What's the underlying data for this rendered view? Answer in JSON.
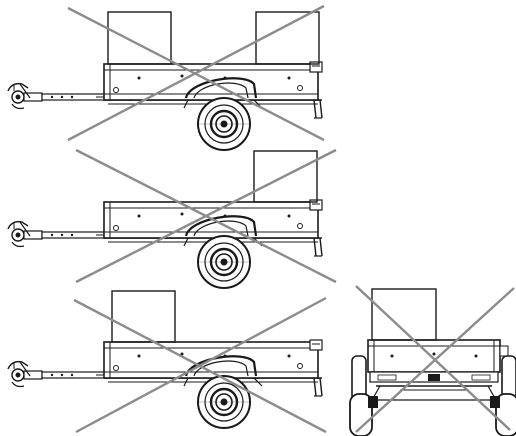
{
  "colors": {
    "background": "#ffffff",
    "line": "#1a1a1a",
    "cross": "#8c8c8c"
  },
  "figures": [
    {
      "name": "trailer-side-view-two-loads",
      "view": "side",
      "loads": "front-and-rear",
      "crossed_out": true
    },
    {
      "name": "trailer-side-view-rear-load",
      "view": "side",
      "loads": "rear",
      "crossed_out": true
    },
    {
      "name": "trailer-side-view-front-load",
      "view": "side",
      "loads": "front",
      "crossed_out": true
    },
    {
      "name": "trailer-rear-view-load",
      "view": "rear",
      "loads": "center",
      "crossed_out": true
    }
  ]
}
